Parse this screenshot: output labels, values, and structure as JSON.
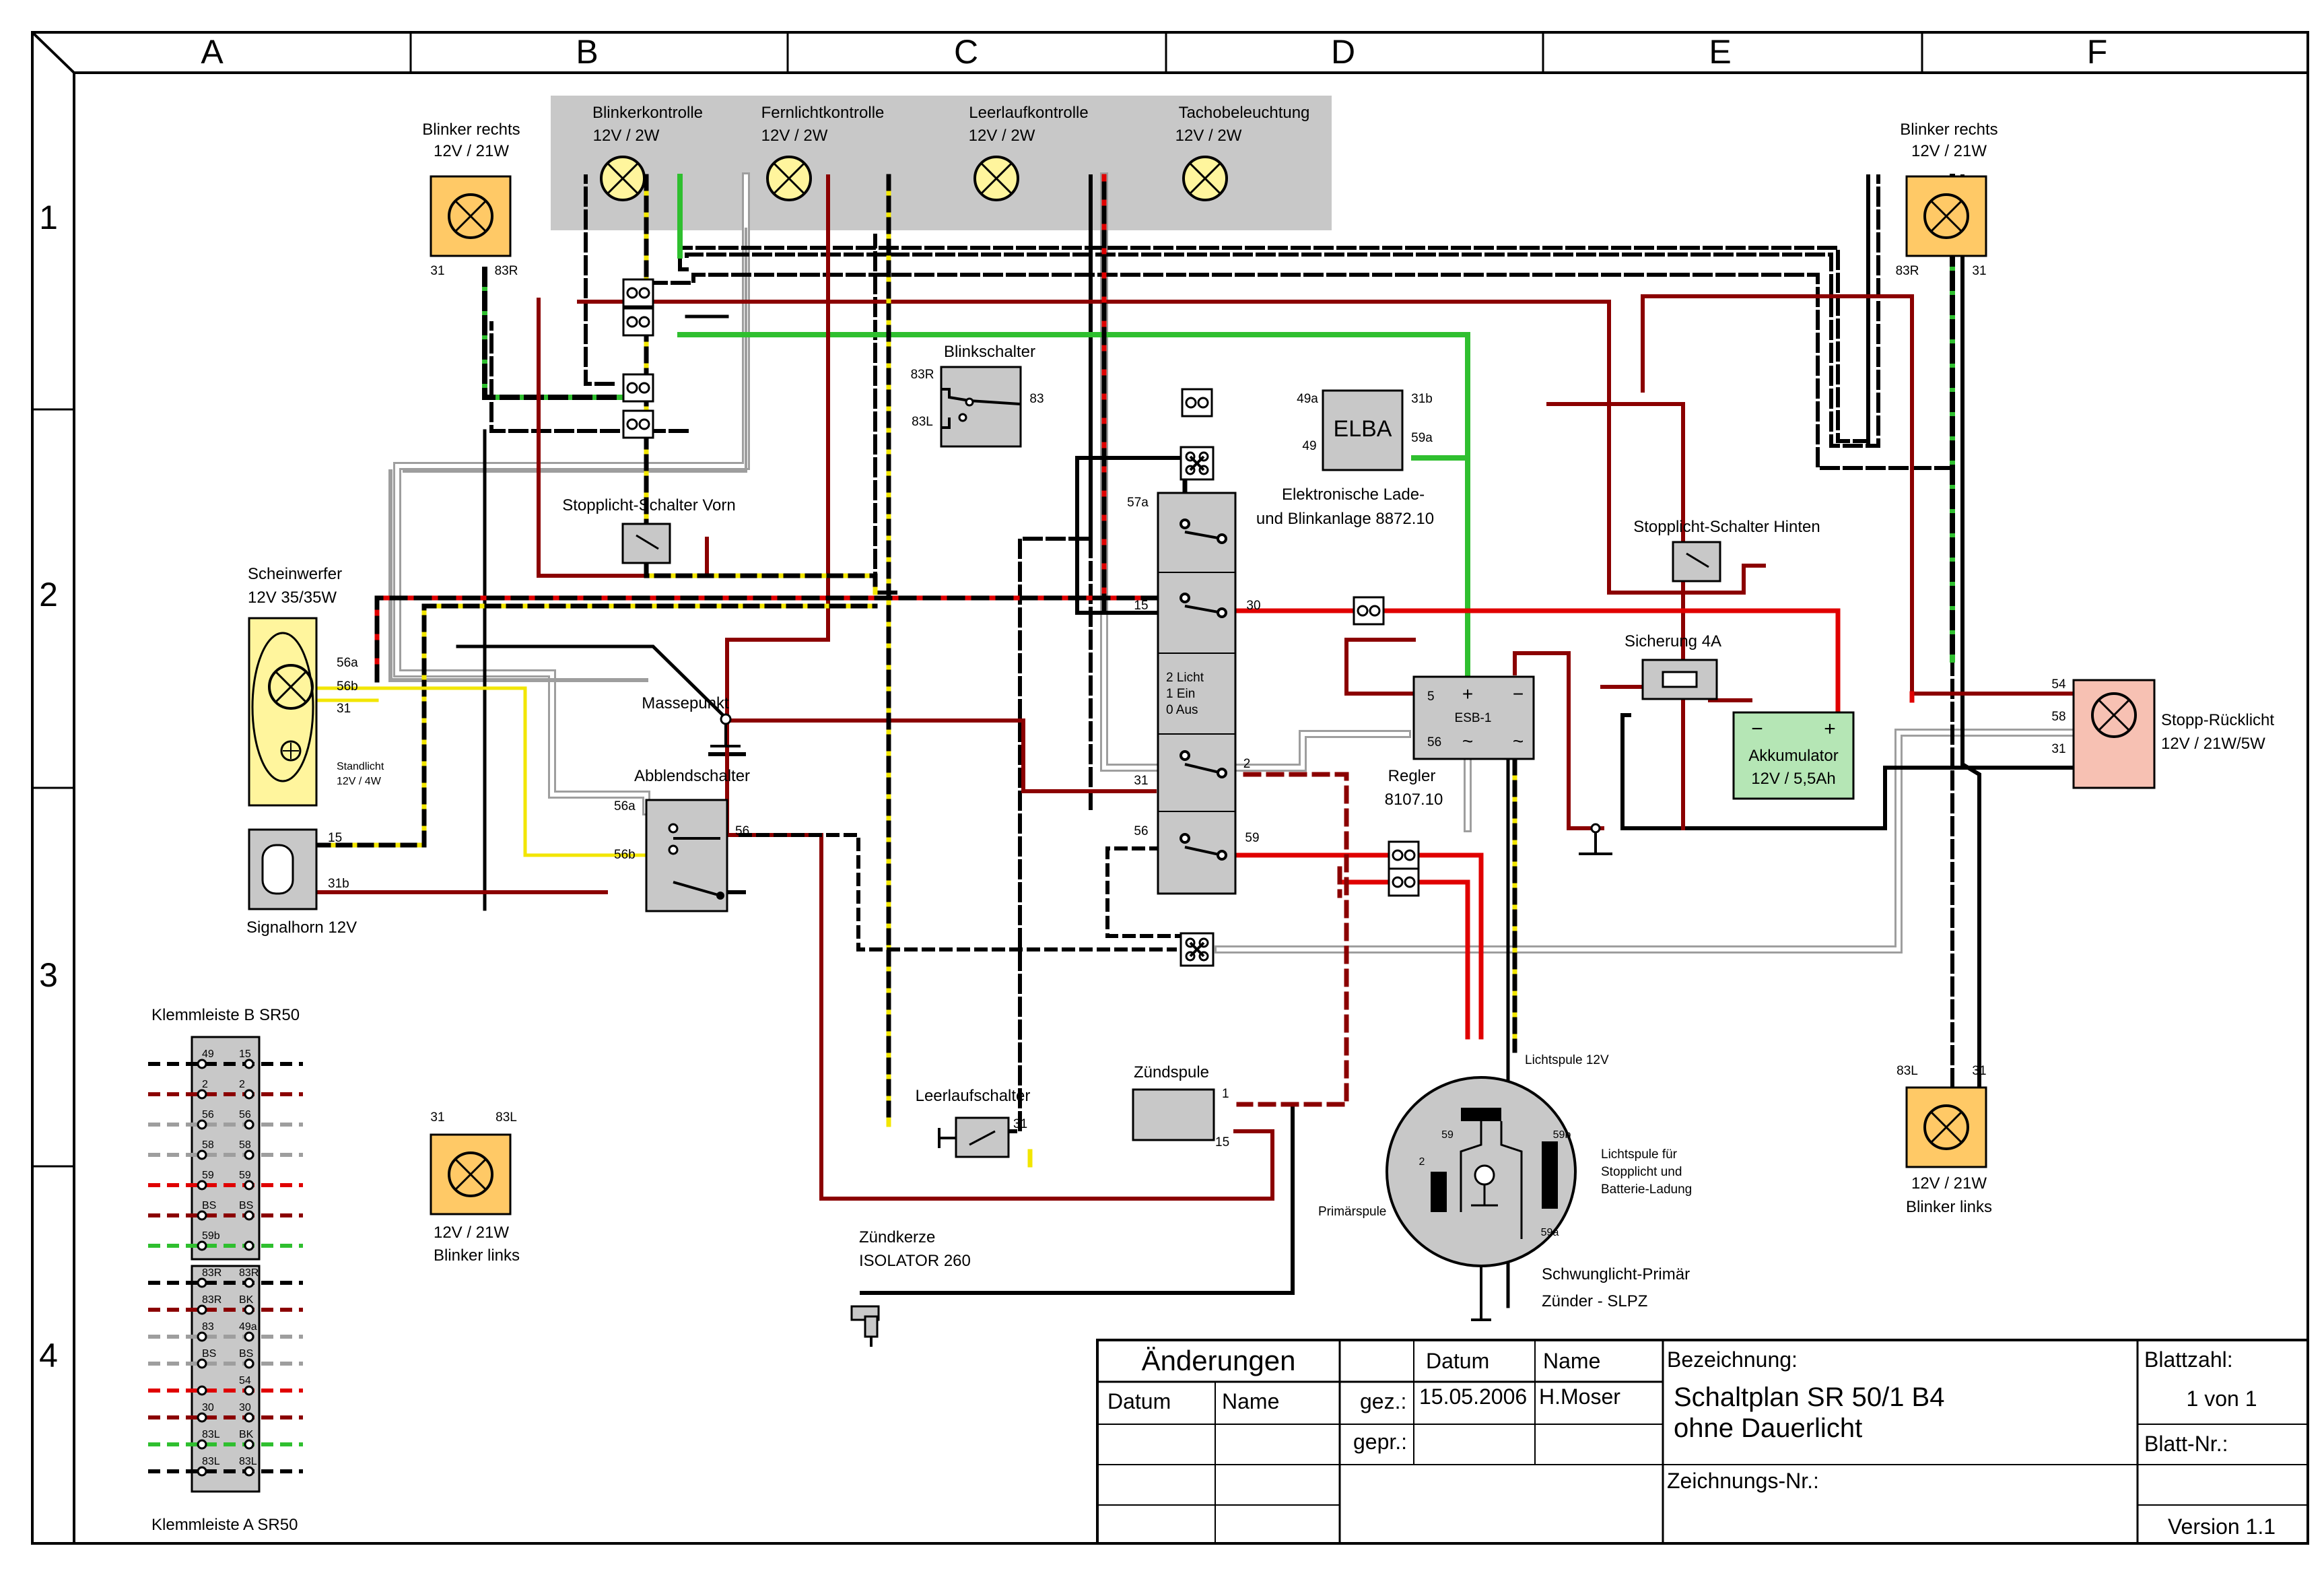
{
  "grid": {
    "columns": [
      "A",
      "B",
      "C",
      "D",
      "E",
      "F"
    ],
    "rows": [
      "1",
      "2",
      "3",
      "4"
    ]
  },
  "lamps": {
    "blinker_rechts_l": {
      "name": "Blinker rechts",
      "spec": "12V / 21W",
      "t1": "31",
      "t2": "83R"
    },
    "blinker_rechts_r": {
      "name": "Blinker rechts",
      "spec": "12V / 21W",
      "t1": "83R",
      "t2": "31"
    },
    "blinker_links_l": {
      "name": "Blinker links",
      "spec": "12V / 21W",
      "t1": "31",
      "t2": "83L"
    },
    "blinker_links_r": {
      "name": "Blinker links",
      "spec": "12V / 21W",
      "t1": "83L",
      "t2": "31"
    },
    "blinkerkontrolle": {
      "name": "Blinkerkontrolle",
      "spec": "12V / 2W"
    },
    "fernlichtkontrolle": {
      "name": "Fernlichtkontrolle",
      "spec": "12V / 2W"
    },
    "leerlaufkontrolle": {
      "name": "Leerlaufkontrolle",
      "spec": "12V / 2W"
    },
    "tachobeleuchtung": {
      "name": "Tachobeleuchtung",
      "spec": "12V / 2W"
    }
  },
  "components": {
    "blinkschalter": {
      "name": "Blinkschalter",
      "t83r": "83R",
      "t83l": "83L",
      "t83": "83"
    },
    "elba": {
      "name": "ELBA",
      "t49a": "49a",
      "t49": "49",
      "t31b": "31b",
      "t59a": "59a",
      "desc1": "Elektronische Lade-",
      "desc2": "und Blinkanlage 8872.10"
    },
    "stop_vorn": "Stopplicht-Schalter  Vorn",
    "stop_hinten": "Stopplicht-Schalter  Hinten",
    "scheinwerfer": {
      "name": "Scheinwerfer",
      "spec": "12V 35/35W",
      "t56a": "56a",
      "t56b": "56b",
      "t31": "31",
      "standlicht": "Standlicht",
      "standlicht_spec": "12V / 4W"
    },
    "signalhorn": {
      "name": "Signalhorn 12V",
      "t15": "15",
      "t31b": "31b"
    },
    "massepunkt": "Massepunkt",
    "abblendschalter": {
      "name": "Abblendschalter",
      "t56a": "56a",
      "t56b": "56b",
      "t56": "56"
    },
    "zuendschloss": {
      "t57a": "57a",
      "t15": "15",
      "t30": "30",
      "pos1": "2 Licht",
      "pos2": "1 Ein",
      "pos3": "0 Aus",
      "t31": "31",
      "t2": "2",
      "t56": "56",
      "t59": "59"
    },
    "sicherung": "Sicherung 4A",
    "akku": {
      "name": "Akkumulator",
      "spec": "12V / 5,5Ah",
      "minus": "−",
      "plus": "+"
    },
    "regler": {
      "name": "Regler",
      "num": "8107.10",
      "esb": "ESB-1",
      "t5": "5",
      "t56": "56",
      "plus": "+",
      "minus": "−",
      "ac": "~"
    },
    "stopp_ruecklicht": {
      "name": "Stopp-Rücklicht",
      "spec": "12V / 21W/5W",
      "t54": "54",
      "t58": "58",
      "t31": "31"
    },
    "zuendspule": {
      "name": "Zündspule",
      "t1": "1",
      "t15": "15"
    },
    "leerlaufschalter": {
      "name": "Leerlaufschalter",
      "t31": "31"
    },
    "zuendkerze": {
      "name": "Zündkerze",
      "spec": "ISOLATOR 260"
    },
    "lichtspule": "Lichtspule 12V",
    "lichtspule2_1": "Lichtspule für",
    "lichtspule2_2": "Stopplicht und",
    "lichtspule2_3": "Batterie-Ladung",
    "primaerspule": "Primärspule",
    "schwung1": "Schwunglicht-Primär",
    "schwung2": "Zünder - SLPZ",
    "gen_t59": "59",
    "gen_t59b": "59b",
    "gen_t2": "2",
    "gen_t59a": "59a"
  },
  "klemmleiste_b": {
    "title": "Klemmleiste B SR50",
    "rows": [
      [
        "49",
        "15"
      ],
      [
        "2",
        "2"
      ],
      [
        "56",
        "56"
      ],
      [
        "58",
        "58"
      ],
      [
        "59",
        "59"
      ],
      [
        "BS",
        "BS"
      ],
      [
        "59b",
        ""
      ]
    ]
  },
  "klemmleiste_a": {
    "title": "Klemmleiste A SR50",
    "rows": [
      [
        "83R",
        "83R"
      ],
      [
        "83R",
        "BK"
      ],
      [
        "83",
        "49a"
      ],
      [
        "BS",
        "BS"
      ],
      [
        "",
        "54"
      ],
      [
        "30",
        "30"
      ],
      [
        "83L",
        "BK"
      ],
      [
        "83L",
        "83L"
      ]
    ]
  },
  "title_block": {
    "aenderungen": "Änderungen",
    "datum": "Datum",
    "name": "Name",
    "gez": "gez.:",
    "gepr": "gepr.:",
    "gez_datum": "15.05.2006",
    "gez_name": "H.Moser",
    "bezeichnung": "Bezeichnung:",
    "title1": "Schaltplan SR 50/1 B4",
    "title2": "ohne Dauerlicht",
    "zeichnungs_nr": "Zeichnungs-Nr.:",
    "blattzahl": "Blattzahl:",
    "blattzahl_val": "1 von 1",
    "blatt_nr": "Blatt-Nr.:",
    "version": "Version 1.1"
  }
}
